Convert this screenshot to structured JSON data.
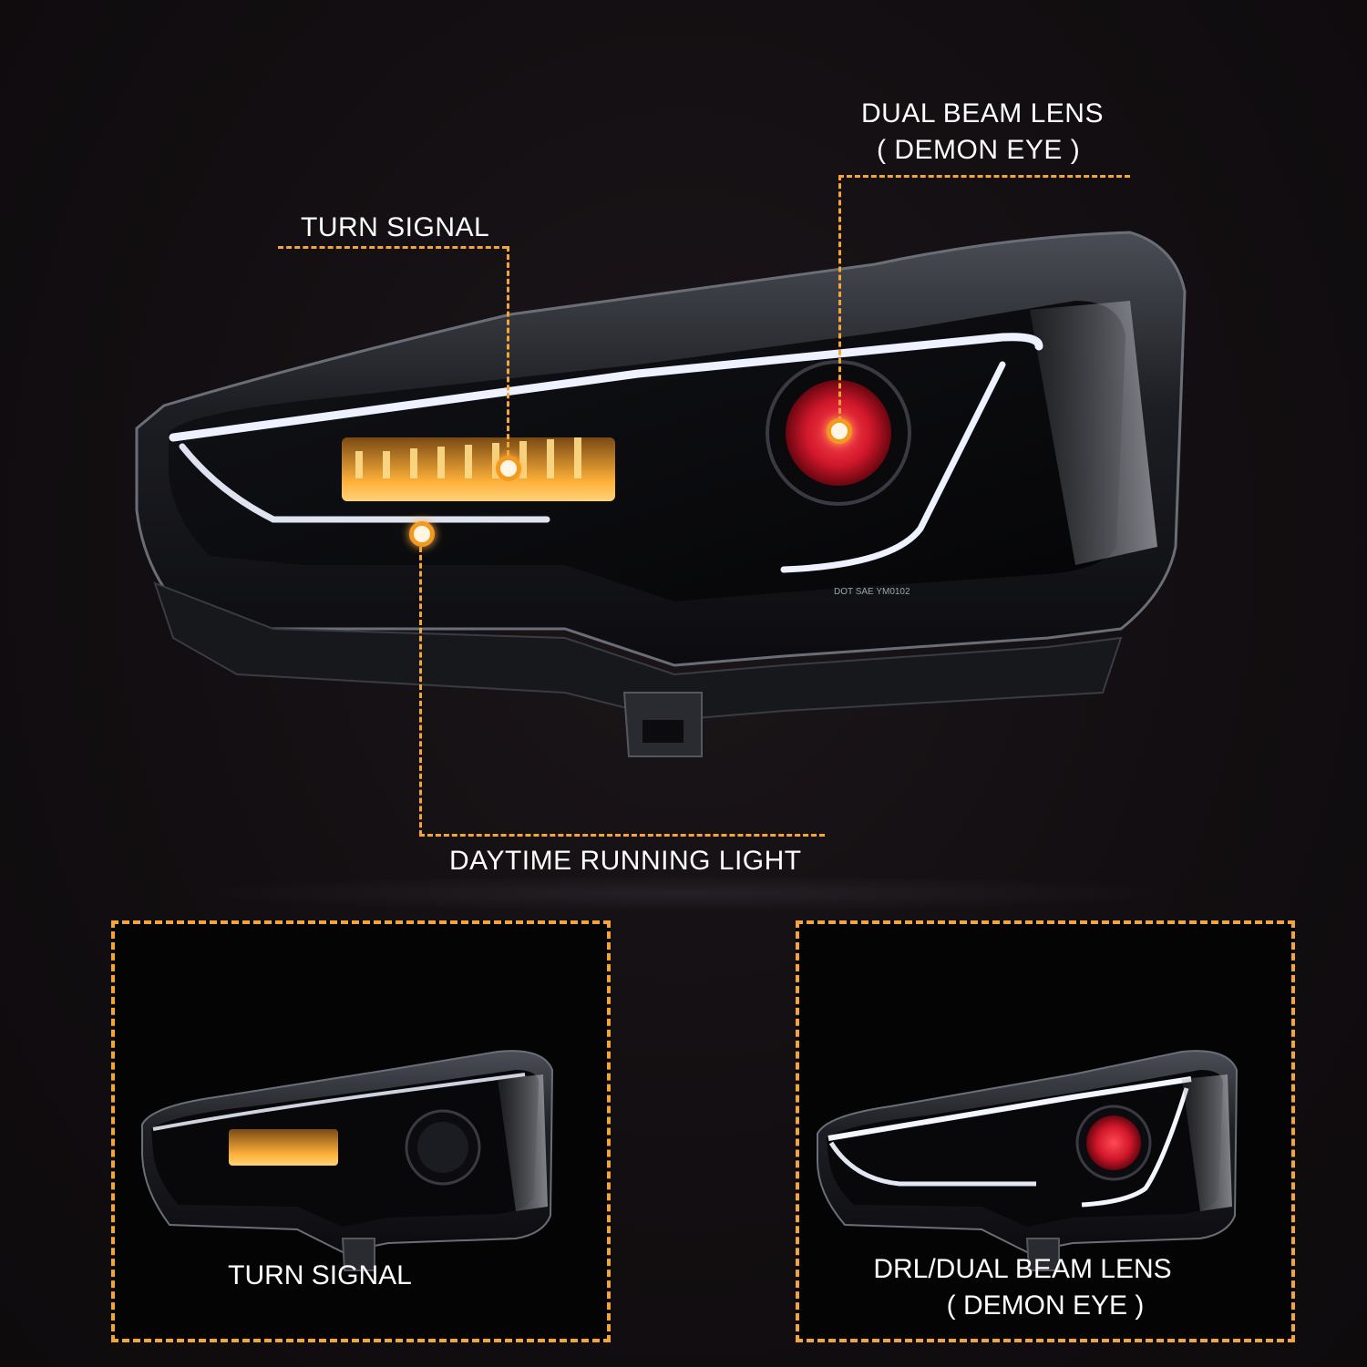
{
  "hero": {
    "callouts": {
      "dual_beam_title": "DUAL BEAM LENS",
      "dual_beam_subtitle": "( DEMON EYE )",
      "turn_signal": "TURN SIGNAL",
      "drl": "DAYTIME RUNNING LIGHT"
    },
    "lens_marking": "DOT SAE YM0102"
  },
  "panels": [
    {
      "title": "TURN SIGNAL",
      "subtitle": ""
    },
    {
      "title": "DRL/DUAL BEAM LENS",
      "subtitle": "( DEMON EYE )"
    }
  ],
  "colors": {
    "background": "#120e11",
    "accent_orange": "#f3a53a",
    "lens_red": "#d2182b",
    "turn_amber": "#ffb23a",
    "drl_white": "#f4f6ff"
  }
}
